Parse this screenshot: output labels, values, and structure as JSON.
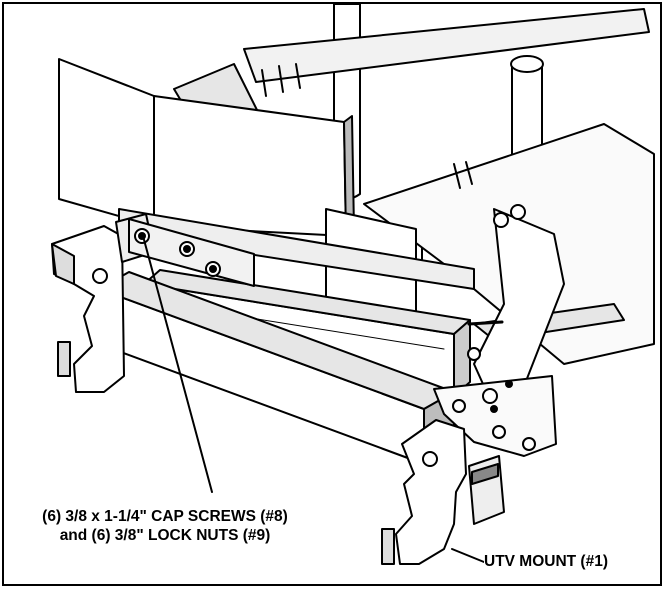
{
  "diagram": {
    "callouts": {
      "screws_line1": "(6) 3/8 x 1-1/4\" CAP SCREWS (#8)",
      "screws_line2": "and (6) 3/8\" LOCK NUTS (#9)",
      "mount": "UTV MOUNT (#1)"
    },
    "colors": {
      "line": "#000000",
      "fill": "#ffffff",
      "shade": "#e6e6e6",
      "dark_shade": "#8a8a8a"
    }
  }
}
